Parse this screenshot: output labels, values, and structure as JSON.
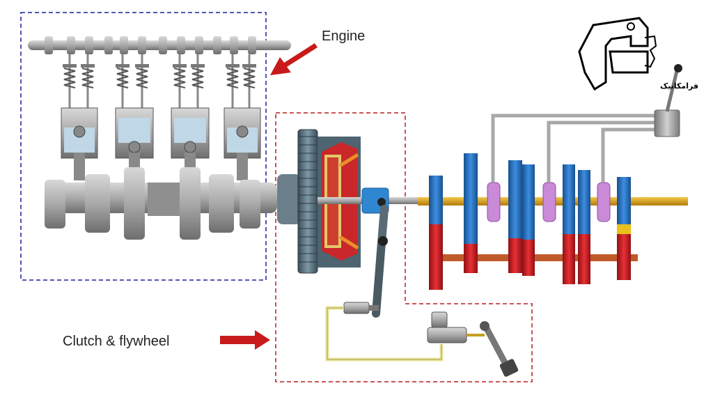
{
  "labels": {
    "engine": "Engine",
    "clutch_flywheel": "Clutch & flywheel"
  },
  "logo": {
    "text": "فرامکانیک",
    "icon": "framechanic-logo-icon"
  },
  "colors": {
    "engine_box": "#1a1f9c",
    "clutch_box": "#b81d1d",
    "arrow": "#c81a1a",
    "gear_blue": "#1f6fc9",
    "gear_red": "#d81e22",
    "synchro": "#c98ad8",
    "steel": "#9a9a9a",
    "shaft_gold": "#d9a11a",
    "hydraulic_line": "#e8e49a"
  }
}
